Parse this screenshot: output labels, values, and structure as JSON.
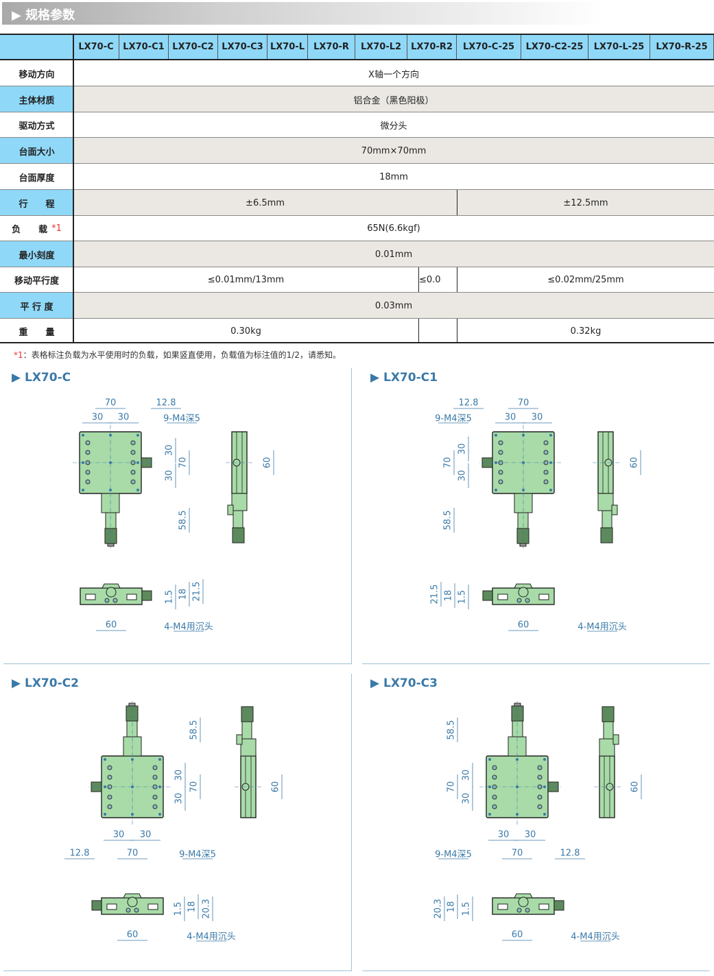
{
  "section_title": "▶ 规格参数",
  "table": {
    "headers": [
      "LX70-C",
      "LX70-C1",
      "LX70-C2",
      "LX70-C3",
      "LX70-L",
      "LX70-R",
      "LX70-L2",
      "LX70-R2",
      "LX70-C-25",
      "LX70-C2-25",
      "LX70-L-25",
      "LX70-R-25"
    ],
    "rows": [
      {
        "label": "移动方向",
        "values": [
          "X轴一个方向"
        ]
      },
      {
        "label": "主体材质",
        "values": [
          "铝合金（黑色阳极）"
        ]
      },
      {
        "label": "驱动方式",
        "values": [
          "微分头"
        ]
      },
      {
        "label": "台面大小",
        "values": [
          "70mm×70mm"
        ]
      },
      {
        "label": "台面厚度",
        "values": [
          "18mm"
        ]
      },
      {
        "label": "行　　程",
        "values": [
          "±6.5mm",
          "±12.5mm"
        ]
      },
      {
        "label": "负　　载",
        "note": "*1",
        "values": [
          "65N(6.6kgf)"
        ]
      },
      {
        "label": "最小刻度",
        "values": [
          "0.01mm"
        ]
      },
      {
        "label": "移动平行度",
        "values": [
          "≤0.01mm/13mm",
          "≤0.0",
          "≤0.02mm/25mm"
        ]
      },
      {
        "label": "平 行 度",
        "values": [
          "0.03mm"
        ]
      },
      {
        "label": "重　　量",
        "values": [
          "0.30kg",
          "",
          "0.32kg"
        ]
      }
    ]
  },
  "footnote": {
    "mark": "*1",
    "text": "：表格标注负载为水平使用时的负载，如果竖直使用，负载值为标注值的1/2，请悉知。"
  },
  "colors": {
    "header_blue": "#8fd8f8",
    "stage_green": "#a8dba8",
    "dim_blue": "#3a79a8"
  },
  "panels": [
    {
      "title": "▶ LX70-C",
      "dims": [
        "70",
        "12.8",
        "30",
        "30",
        "9-M4深5",
        "30",
        "30",
        "70",
        "58.5",
        "60",
        "1.5",
        "18",
        "21.5",
        "60",
        "4-M4用沉头"
      ]
    },
    {
      "title": "▶ LX70-C1",
      "dims": [
        "12.8",
        "70",
        "9-M4深5",
        "30",
        "30",
        "70",
        "30",
        "30",
        "58.5",
        "60",
        "21.5",
        "18",
        "1.5",
        "60",
        "4-M4用沉头"
      ]
    },
    {
      "title": "▶ LX70-C2",
      "dims": [
        "58.5",
        "30",
        "30",
        "70",
        "60",
        "30",
        "30",
        "12.8",
        "70",
        "9-M4深5",
        "1.5",
        "18",
        "20.3",
        "60",
        "4-M4用沉头"
      ]
    },
    {
      "title": "▶ LX70-C3",
      "dims": [
        "58.5",
        "70",
        "30",
        "30",
        "60",
        "30",
        "30",
        "9-M4深5",
        "70",
        "12.8",
        "20.3",
        "18",
        "1.5",
        "60",
        "4-M4用沉头"
      ]
    }
  ]
}
